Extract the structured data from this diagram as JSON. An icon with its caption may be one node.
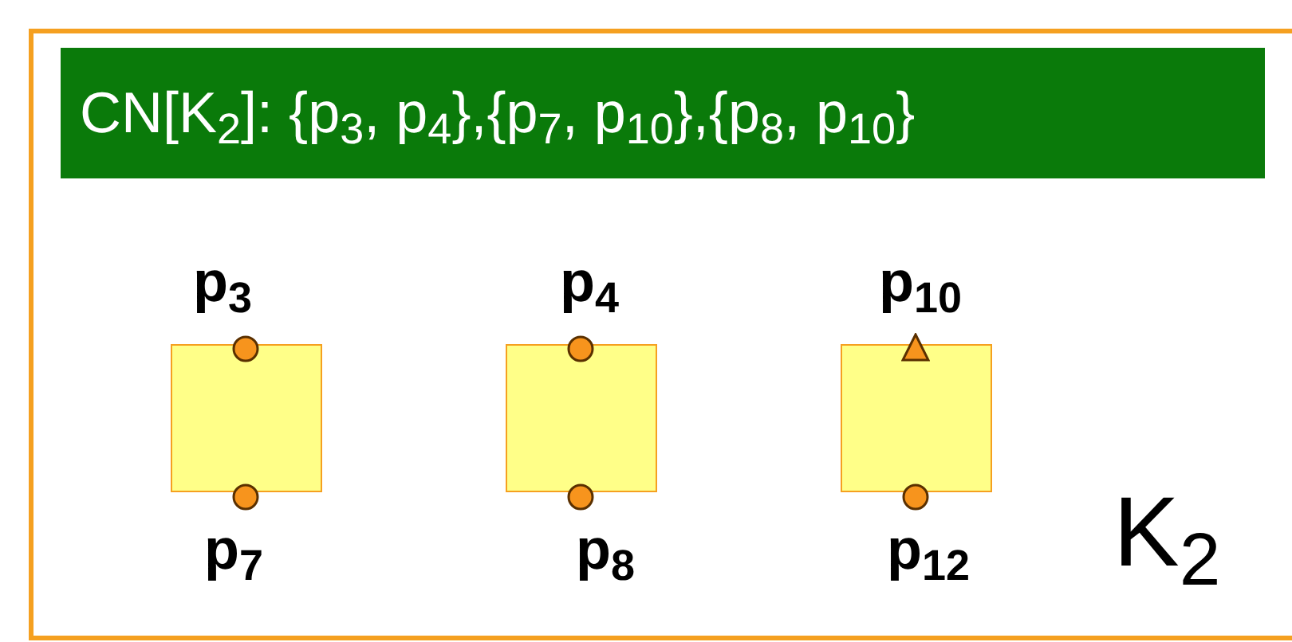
{
  "diagram": {
    "nodes": [
      {
        "text": [
          "K$_{2}$"
        ]
      },
      {
        "text": [
          "CN[K$_{2}$]: {p$_{3}$, p$_{4}$},{p$_{7}$, p$_{10}$},{p$_{8}$, p$_{10}$}"
        ],
        "in": 0
      },
      {
        "text": [],
        "shape": "box",
        "in": 0,
        "beside": [
          "p$_{3}$",
          "p$_{7}$"
        ]
      },
      {
        "text": [],
        "shape": "box",
        "in": 0,
        "beside": [
          "p$_{4}$",
          "p$_{8}$"
        ]
      },
      {
        "text": [],
        "shape": "box",
        "in": 0,
        "beside": [
          "p$_{10}$",
          "p$_{12}$"
        ]
      }
    ]
  }
}
